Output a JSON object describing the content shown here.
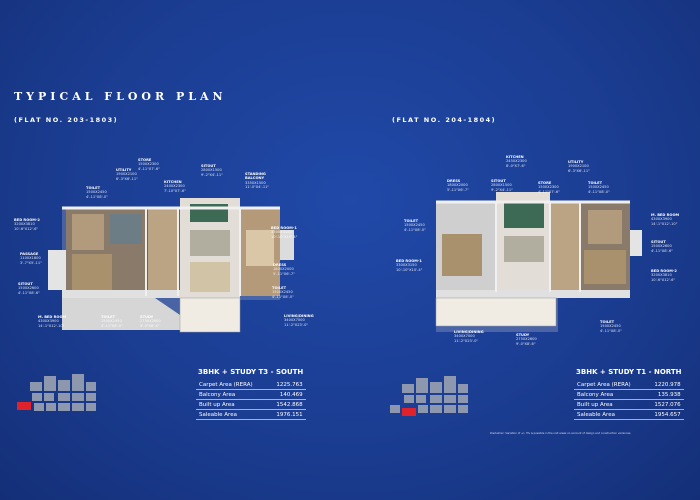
{
  "page_title": "TYPICAL FLOOR PLAN",
  "left": {
    "flat_no": "(FLAT NO. 203-1803)",
    "heading": "3BHK + STUDY T3 - SOUTH",
    "areas": [
      {
        "label": "Carpet Area (RERA)",
        "value": "1225.763"
      },
      {
        "label": "Balcony Area",
        "value": "140.469"
      },
      {
        "label": "Built up Area",
        "value": "1542.868"
      },
      {
        "label": "Saleable Area",
        "value": "1976.151"
      }
    ],
    "rooms": {
      "store": {
        "name": "STORE",
        "dim": "1500X2300",
        "imp": "4'-11\"X7'-6\""
      },
      "utility": {
        "name": "UTILITY",
        "dim": "1900X2100",
        "imp": "6'-3\"X6'-11\""
      },
      "toilet_top": {
        "name": "TOILET",
        "dim": "1500X2450",
        "imp": "4'-11\"X8'-0\""
      },
      "kitchen": {
        "name": "KITCHEN",
        "dim": "2400X2300",
        "imp": "7'-10\"X7'-6\""
      },
      "sitout_top": {
        "name": "SITOUT",
        "dim": "2800X1500",
        "imp": "9'-2\"X4'-11\""
      },
      "standing_balcony": {
        "name": "STANDING BALCONY",
        "dim": "3350X1500",
        "imp": "11'-0\"X4'-11\""
      },
      "bed2": {
        "name": "BED ROOM-2",
        "dim": "3200X3810",
        "imp": "10'-6\"X12'-6\""
      },
      "bed1": {
        "name": "BED ROOM-1",
        "dim": "3300X3150",
        "imp": "10'-10\"X10'-4\""
      },
      "passage": {
        "name": "PASSAGE",
        "dim": "1100X1800",
        "imp": "3'-7\"X5'-11\""
      },
      "dress": {
        "name": "DRESS",
        "dim": "1800X2000",
        "imp": "5'-11\"X6'-7\""
      },
      "sitout_left": {
        "name": "SITOUT",
        "dim": "1500X2600",
        "imp": "4'-11\"X8'-6\""
      },
      "toilet_right": {
        "name": "TOILET",
        "dim": "1500X2450",
        "imp": "4'-11\"X8'-0\""
      },
      "ml_bed": {
        "name": "M. BED ROOM",
        "dim": "4300X3900",
        "imp": "14'-1\"X12'-10\""
      },
      "toilet_bottom": {
        "name": "TOILET",
        "dim": "1500X2450",
        "imp": "4'-11\"X8'-0\""
      },
      "study": {
        "name": "STUDY",
        "dim": "2750X2600",
        "imp": "9'-0\"X8'-6\""
      },
      "living": {
        "name": "LIVING/DINING",
        "dim": "3400X7000",
        "imp": "11'-2\"X23'-0\""
      }
    }
  },
  "right": {
    "flat_no": "(FLAT NO. 204-1804)",
    "heading": "3BHK + STUDY T1 - NORTH",
    "areas": [
      {
        "label": "Carpet Area (RERA)",
        "value": "1220.978"
      },
      {
        "label": "Balcony Area",
        "value": "135.938"
      },
      {
        "label": "Built up Area",
        "value": "1527.076"
      },
      {
        "label": "Saleable Area",
        "value": "1954.657"
      }
    ],
    "footnote": "Disclaimer: Variation of +/- 3% is possible in the unit areas on account of design and construction variances.",
    "rooms": {
      "kitchen": {
        "name": "KITCHEN",
        "dim": "2450X2300",
        "imp": "8'-0\"X7'-6\""
      },
      "utility": {
        "name": "UTILITY",
        "dim": "1900X2100",
        "imp": "6'-3\"X6'-11\""
      },
      "dress": {
        "name": "DRESS",
        "dim": "1800X2000",
        "imp": "5'-11\"X6'-7\""
      },
      "sitout": {
        "name": "SITOUT",
        "dim": "2800X1500",
        "imp": "9'-2\"X4'-11\""
      },
      "store": {
        "name": "STORE",
        "dim": "1500X2300",
        "imp": "4'-11\"X7'-6\""
      },
      "toilet_top": {
        "name": "TOILET",
        "dim": "1500X2450",
        "imp": "4'-11\"X8'-0\""
      },
      "toilet_left": {
        "name": "TOILET",
        "dim": "1500X2450",
        "imp": "4'-11\"X8'-0\""
      },
      "ml_bed": {
        "name": "M. BED ROOM",
        "dim": "4300X3900",
        "imp": "14'-1\"X12'-10\""
      },
      "sitout_right": {
        "name": "SITOUT",
        "dim": "1500X2600",
        "imp": "4'-11\"X8'-6\""
      },
      "bed1": {
        "name": "BED ROOM-1",
        "dim": "3300X3150",
        "imp": "10'-10\"X10'-4\""
      },
      "bed2": {
        "name": "BED ROOM-2",
        "dim": "3200X3810",
        "imp": "10'-6\"X12'-6\""
      },
      "living": {
        "name": "LIVING/DINING",
        "dim": "3400X7000",
        "imp": "11'-2\"X23'-0\""
      },
      "study": {
        "name": "STUDY",
        "dim": "2750X2600",
        "imp": "9'-0\"X8'-6\""
      },
      "toilet_bottom": {
        "name": "TOILET",
        "dim": "1500X2450",
        "imp": "4'-11\"X8'-0\""
      }
    }
  },
  "colors": {
    "background": "#1b3d92",
    "highlight": "#e0222a"
  }
}
